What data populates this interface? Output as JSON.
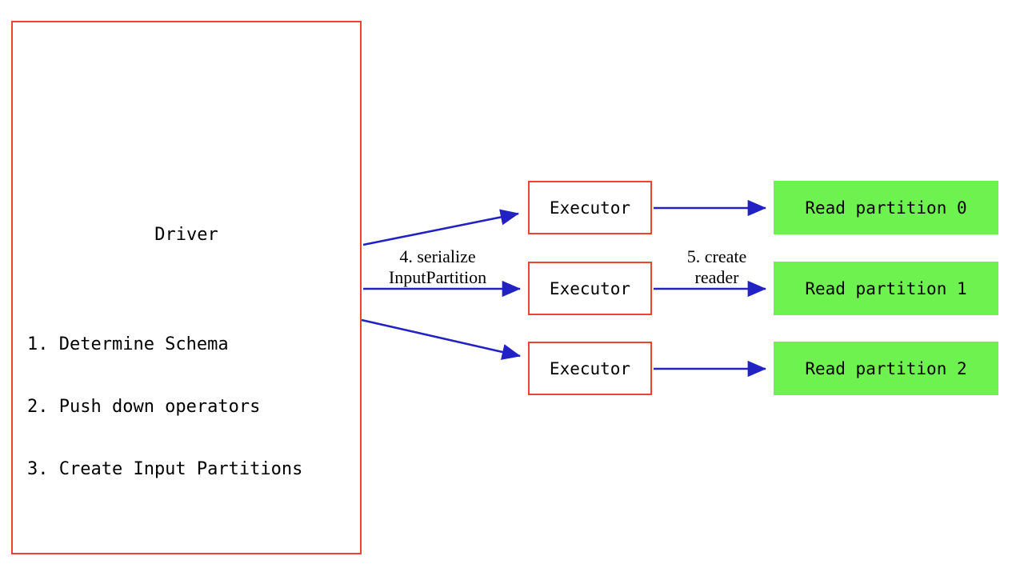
{
  "diagram": {
    "title_hidden": "Spark Data Source V2 read flow",
    "colors": {
      "box_border_red": "#ef4332",
      "partition_green": "#6ef24f",
      "arrow_blue": "#2222c4",
      "text_black": "#000000",
      "background": "#ffffff"
    },
    "driver": {
      "label": "Driver",
      "steps": [
        "1. Determine Schema",
        "2. Push down operators",
        "3. Create Input Partitions"
      ]
    },
    "executors": [
      {
        "label": "Executor"
      },
      {
        "label": "Executor"
      },
      {
        "label": "Executor"
      }
    ],
    "partitions": [
      {
        "label": "Read partition 0"
      },
      {
        "label": "Read partition 1"
      },
      {
        "label": "Read partition 2"
      }
    ],
    "arrow_labels": {
      "serialize_line1": "4. serialize",
      "serialize_line2": "InputPartition",
      "create_reader_line1": "5. create",
      "create_reader_line2": "reader"
    }
  }
}
